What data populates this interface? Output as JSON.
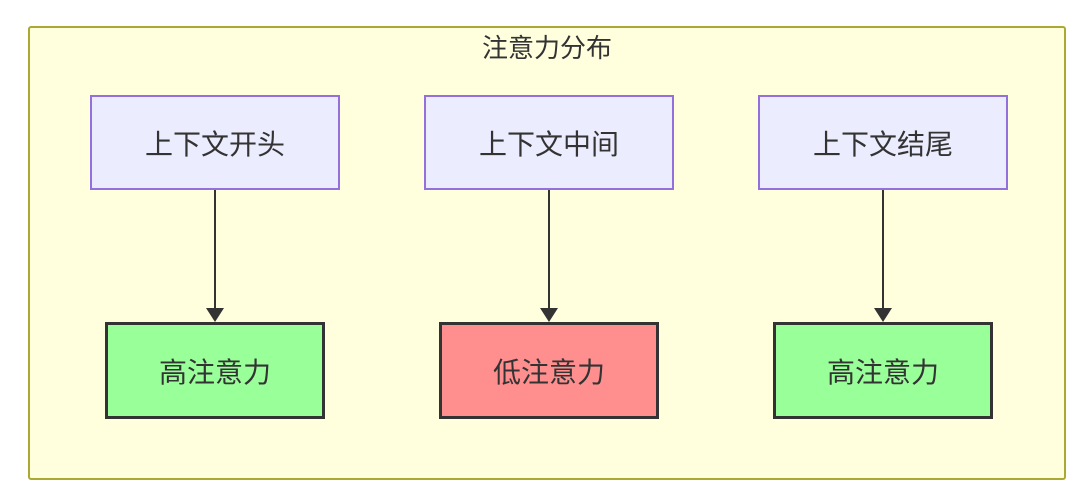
{
  "diagram": {
    "title": "注意力分布",
    "columns": [
      {
        "source": "上下文开头",
        "target": "高注意力",
        "attention": "high"
      },
      {
        "source": "上下文中间",
        "target": "低注意力",
        "attention": "low"
      },
      {
        "source": "上下文结尾",
        "target": "高注意力",
        "attention": "high"
      }
    ],
    "colors": {
      "cluster_fill": "#ffffde",
      "cluster_border": "#aaaa33",
      "source_node_fill": "#ececff",
      "source_node_border": "#9370db",
      "high_attention_fill": "#99ff99",
      "low_attention_fill": "#ff8f8f",
      "result_node_border": "#333333",
      "text": "#333333",
      "arrow": "#333333"
    }
  }
}
